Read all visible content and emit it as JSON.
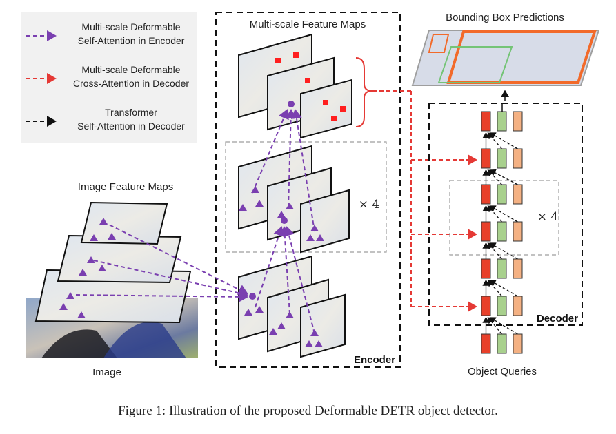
{
  "legend": {
    "items": [
      {
        "line1": "Multi-scale Deformable",
        "line2": "Self-Attention in Encoder",
        "color": "#7a3fb0"
      },
      {
        "line1": "Multi-scale Deformable",
        "line2": "Cross-Attention in Decoder",
        "color": "#e53935"
      },
      {
        "line1": "Transformer",
        "line2": "Self-Attention in Decoder",
        "color": "#111111"
      }
    ]
  },
  "labels": {
    "image_feature_maps": "Image Feature Maps",
    "image": "Image",
    "multi_scale_feature_maps": "Multi-scale Feature Maps",
    "encoder": "Encoder",
    "bounding_box_predictions": "Bounding Box Predictions",
    "decoder": "Decoder",
    "object_queries": "Object Queries",
    "repeat_encoder": "× 4",
    "repeat_decoder": "× 4"
  },
  "caption": "Figure 1: Illustration of the proposed Deformable DETR object detector.",
  "colors": {
    "purple": "#7a3fb0",
    "red": "#e53935",
    "token_red": "#e8402a",
    "token_green": "#a8d08d",
    "token_orange": "#f4b183",
    "box_orange": "#f26a2a",
    "box_green": "#74c476"
  }
}
